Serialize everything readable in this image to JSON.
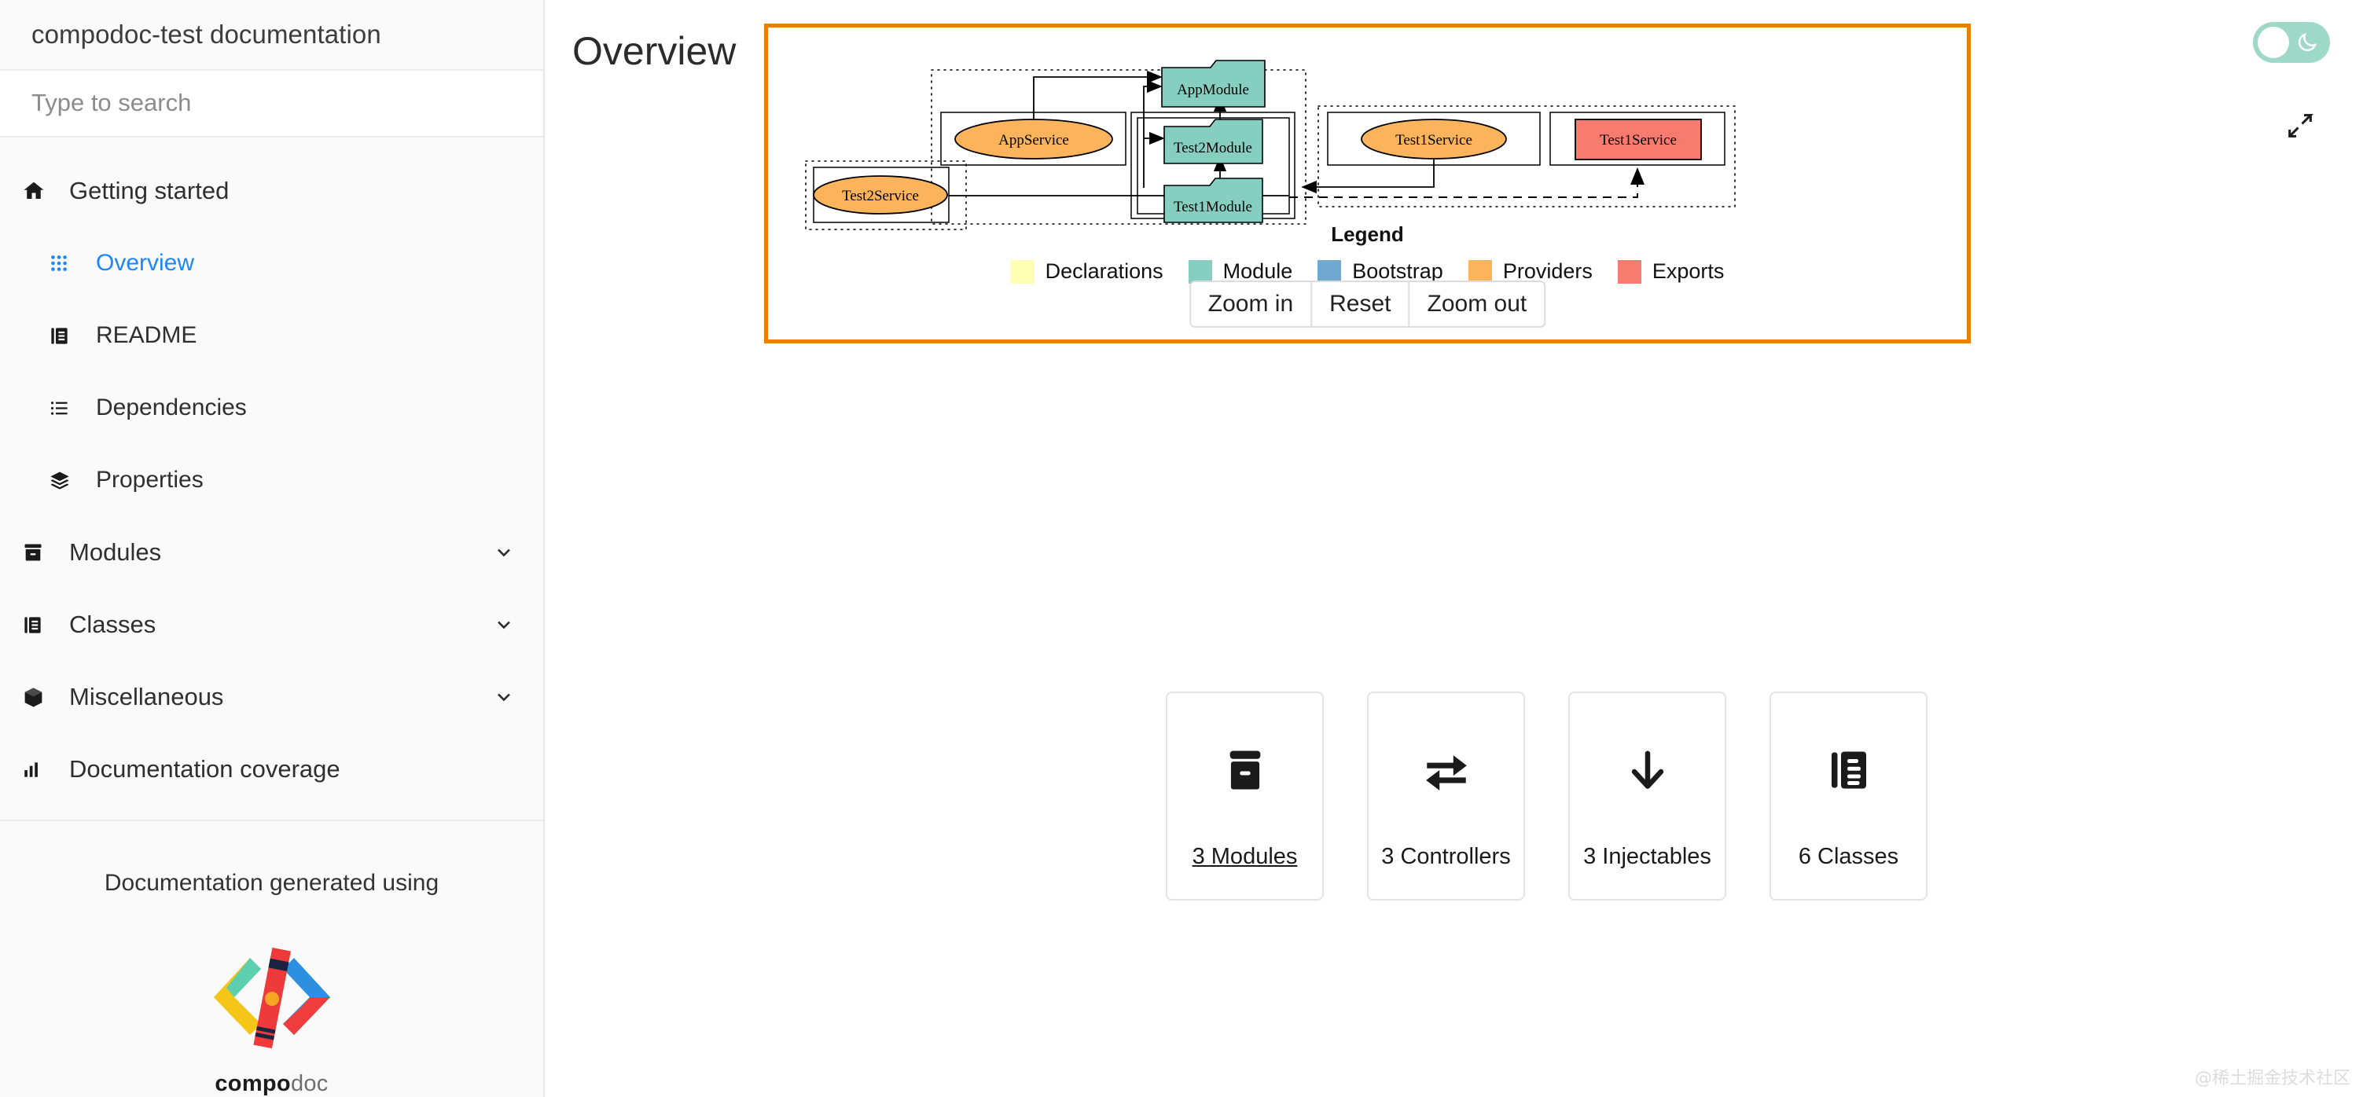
{
  "sidebar": {
    "title": "compodoc-test documentation",
    "search": {
      "placeholder": "Type to search",
      "value": ""
    },
    "nav": [
      {
        "label": "Getting started",
        "icon": "home-icon",
        "level": 0,
        "active": false,
        "chevron": false
      },
      {
        "label": "Overview",
        "icon": "grid-icon",
        "level": 1,
        "active": true,
        "chevron": false
      },
      {
        "label": "README",
        "icon": "book-icon",
        "level": 1,
        "active": false,
        "chevron": false
      },
      {
        "label": "Dependencies",
        "icon": "list-icon",
        "level": 1,
        "active": false,
        "chevron": false
      },
      {
        "label": "Properties",
        "icon": "layers-icon",
        "level": 1,
        "active": false,
        "chevron": false
      },
      {
        "label": "Modules",
        "icon": "archive-icon",
        "level": 0,
        "active": false,
        "chevron": true
      },
      {
        "label": "Classes",
        "icon": "book-icon",
        "level": 0,
        "active": false,
        "chevron": true
      },
      {
        "label": "Miscellaneous",
        "icon": "box-icon",
        "level": 0,
        "active": false,
        "chevron": true
      },
      {
        "label": "Documentation coverage",
        "icon": "bar-chart-icon",
        "level": 0,
        "active": false,
        "chevron": false
      }
    ],
    "footer": {
      "text": "Documentation generated using",
      "logo_bold": "compo",
      "logo_light": "doc"
    }
  },
  "header": {
    "page_title": "Overview",
    "dark_mode_toggle": "dark-mode-toggle",
    "expand_button": "expand-diagram-button"
  },
  "graph": {
    "frame_color": "#f07c00",
    "nodes": [
      {
        "id": "AppModule",
        "label": "AppModule",
        "shape": "folder",
        "color": "#86cfc0"
      },
      {
        "id": "Test2Module",
        "label": "Test2Module",
        "shape": "folder",
        "color": "#86cfc0"
      },
      {
        "id": "Test1Module",
        "label": "Test1Module",
        "shape": "folder",
        "color": "#86cfc0"
      },
      {
        "id": "AppService",
        "label": "AppService",
        "shape": "ellipse",
        "color": "#fbb45c"
      },
      {
        "id": "Test2Service",
        "label": "Test2Service",
        "shape": "ellipse",
        "color": "#fbb45c"
      },
      {
        "id": "Test1Service",
        "label": "Test1Service",
        "shape": "ellipse",
        "color": "#fbb45c"
      },
      {
        "id": "Test1ServiceExport",
        "label": "Test1Service",
        "shape": "rect",
        "color": "#f87b70"
      }
    ],
    "legend": {
      "title": "Legend",
      "items": [
        {
          "label": "Declarations",
          "color": "#ffffb3"
        },
        {
          "label": "Module",
          "color": "#86cfc0"
        },
        {
          "label": "Bootstrap",
          "color": "#6fa8d0"
        },
        {
          "label": "Providers",
          "color": "#fbb45c"
        },
        {
          "label": "Exports",
          "color": "#f87b70"
        }
      ]
    },
    "controls": [
      {
        "label": "Zoom in",
        "name": "zoom-in-button"
      },
      {
        "label": "Reset",
        "name": "reset-zoom-button"
      },
      {
        "label": "Zoom out",
        "name": "zoom-out-button"
      }
    ]
  },
  "cards": [
    {
      "label": "3 Modules",
      "icon": "archive-icon",
      "link": true
    },
    {
      "label": "3 Controllers",
      "icon": "exchange-icon",
      "link": false
    },
    {
      "label": "3 Injectables",
      "icon": "arrow-down-icon",
      "link": false
    },
    {
      "label": "6 Classes",
      "icon": "book-icon",
      "link": false
    }
  ],
  "watermark": "@稀土掘金技术社区"
}
